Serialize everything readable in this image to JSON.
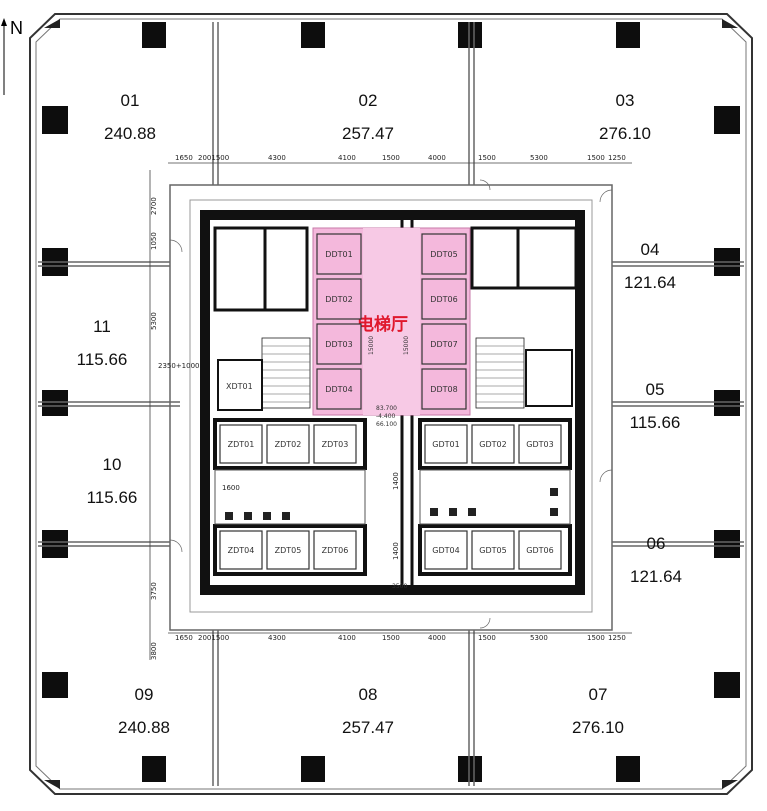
{
  "north_label": "N",
  "elevator_hall_label": "电梯厅",
  "colors": {
    "hall_fill": "#f4b8dc",
    "hall_text": "#e0182d",
    "wall": "#111111",
    "column": "#0d0d0d"
  },
  "units": [
    {
      "no": "01",
      "area": "240.88"
    },
    {
      "no": "02",
      "area": "257.47"
    },
    {
      "no": "03",
      "area": "276.10"
    },
    {
      "no": "04",
      "area": "121.64"
    },
    {
      "no": "05",
      "area": "115.66"
    },
    {
      "no": "06",
      "area": "121.64"
    },
    {
      "no": "07",
      "area": "276.10"
    },
    {
      "no": "08",
      "area": "257.47"
    },
    {
      "no": "09",
      "area": "240.88"
    },
    {
      "no": "10",
      "area": "115.66"
    },
    {
      "no": "11",
      "area": "115.66"
    }
  ],
  "top_dimensions": [
    "1650",
    "2001500",
    "4300",
    "4100",
    "1500",
    "4000",
    "1500",
    "5300",
    "1500",
    "1250"
  ],
  "bottom_dimensions": [
    "1650",
    "2001500",
    "4300",
    "4100",
    "1500",
    "4000",
    "1500",
    "5300",
    "1500",
    "1250"
  ],
  "left_dimensions": [
    "2700",
    "1050",
    "5300",
    "2350+1000",
    "3750",
    "3800"
  ],
  "passenger_lifts_left": [
    "DDT01",
    "DDT02",
    "DDT03",
    "DDT04"
  ],
  "passenger_lifts_right": [
    "DDT05",
    "DDT06",
    "DDT07",
    "DDT08"
  ],
  "lifts_lower_left_top": [
    "ZDT01",
    "ZDT02",
    "ZDT03"
  ],
  "lifts_lower_left_bottom": [
    "ZDT04",
    "ZDT05",
    "ZDT06"
  ],
  "lifts_lower_right_top": [
    "GDT01",
    "GDT02",
    "GDT03"
  ],
  "lifts_lower_right_bottom": [
    "GDT04",
    "GDT05",
    "GDT06"
  ],
  "service_lift": "XDT01",
  "hall_dims": [
    "15000",
    "15000",
    "83.700",
    "-4.400",
    "66.100"
  ],
  "center_dims": [
    "1400",
    "1400"
  ],
  "lobby_notes": [
    "1600",
    "3500"
  ]
}
